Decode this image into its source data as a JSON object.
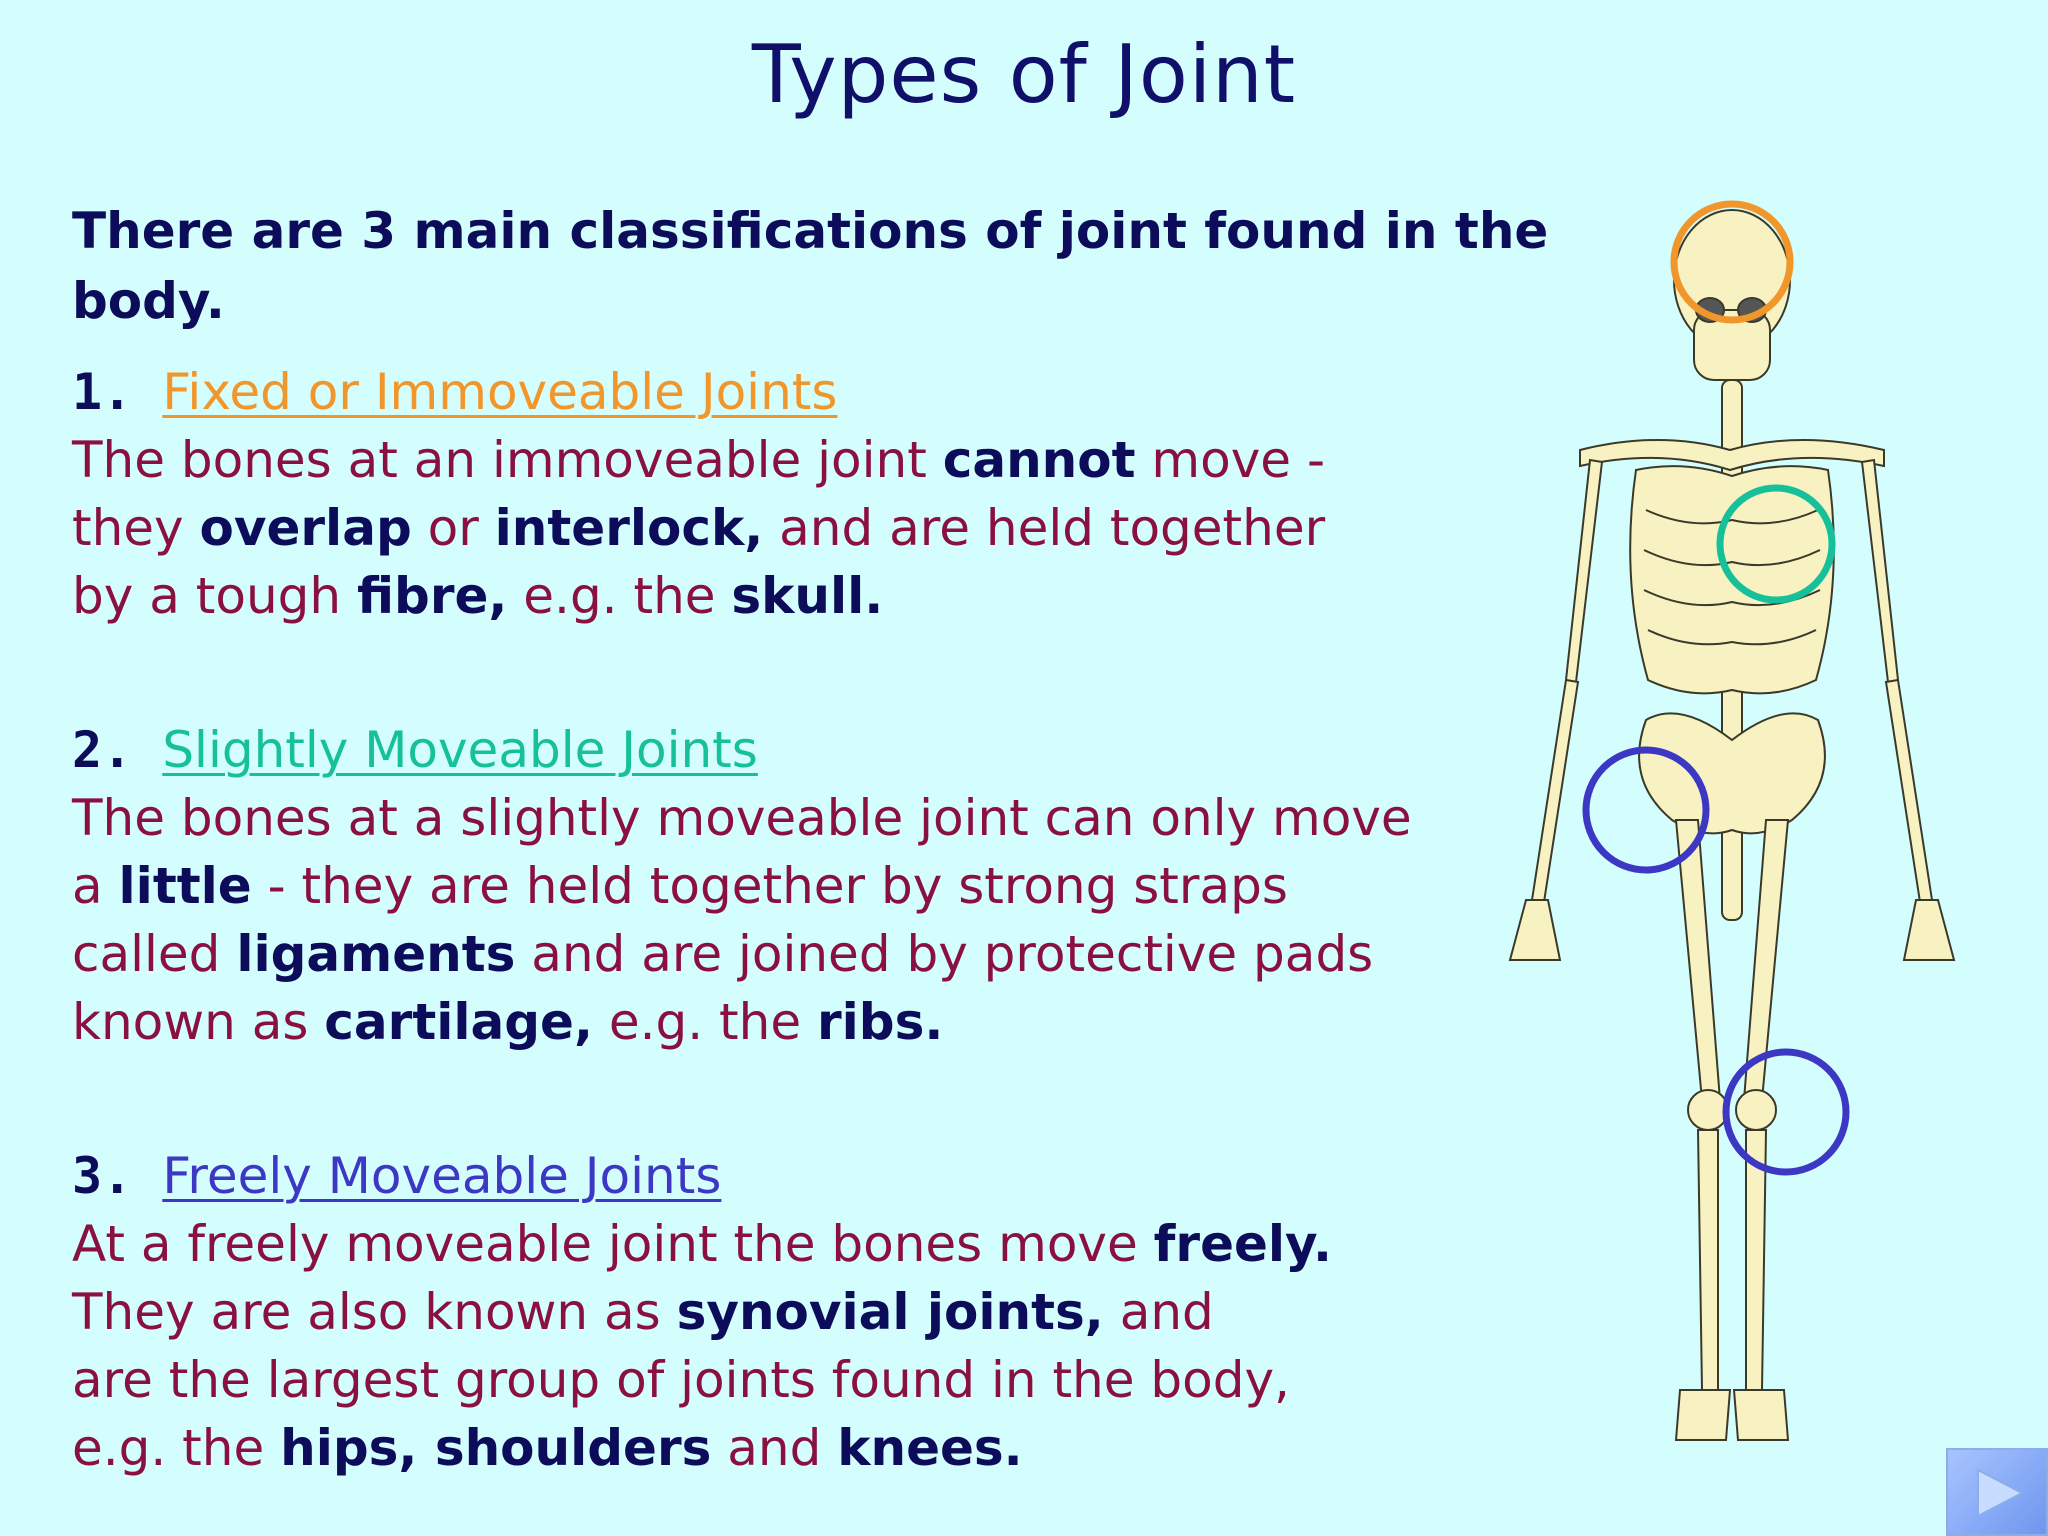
{
  "title": "Types of Joint",
  "intro": "There are 3 main classifications of joint found in the body.",
  "colors": {
    "background": "#d4fdfd",
    "title": "#10106a",
    "body_text": "#8a1040",
    "bold_text": "#0c0c5a",
    "fixed": "#f0962a",
    "slightly": "#16c09a",
    "freely": "#3c38c4"
  },
  "sections": [
    {
      "number": "1.",
      "heading": "Fixed or Immoveable Joints",
      "lines": [
        [
          "The bones at an immoveable joint ",
          "cannot",
          " move -"
        ],
        [
          "they ",
          "overlap",
          " or ",
          "interlock,",
          " and are held together"
        ],
        [
          "by a tough ",
          "fibre,",
          " e.g. the ",
          "skull."
        ]
      ]
    },
    {
      "number": "2.",
      "heading": "Slightly Moveable Joints",
      "lines": [
        [
          "The bones at a slightly moveable joint can only move"
        ],
        [
          "a ",
          "little",
          " - they are held together by strong straps"
        ],
        [
          "called ",
          "ligaments",
          " and are joined by protective pads"
        ],
        [
          "known as ",
          "cartilage,",
          " e.g. the ",
          "ribs."
        ]
      ]
    },
    {
      "number": "3.",
      "heading": "Freely Moveable Joints",
      "lines": [
        [
          "At a freely moveable joint the bones move ",
          "freely."
        ],
        [
          "They are also known as ",
          "synovial joints,",
          " and"
        ],
        [
          "are the largest group of joints found in the body,"
        ],
        [
          "e.g. the ",
          "hips, shoulders",
          " and ",
          "knees."
        ]
      ]
    }
  ],
  "icons": {
    "skeleton": "skeleton-illustration",
    "next": "next-arrow-icon"
  }
}
